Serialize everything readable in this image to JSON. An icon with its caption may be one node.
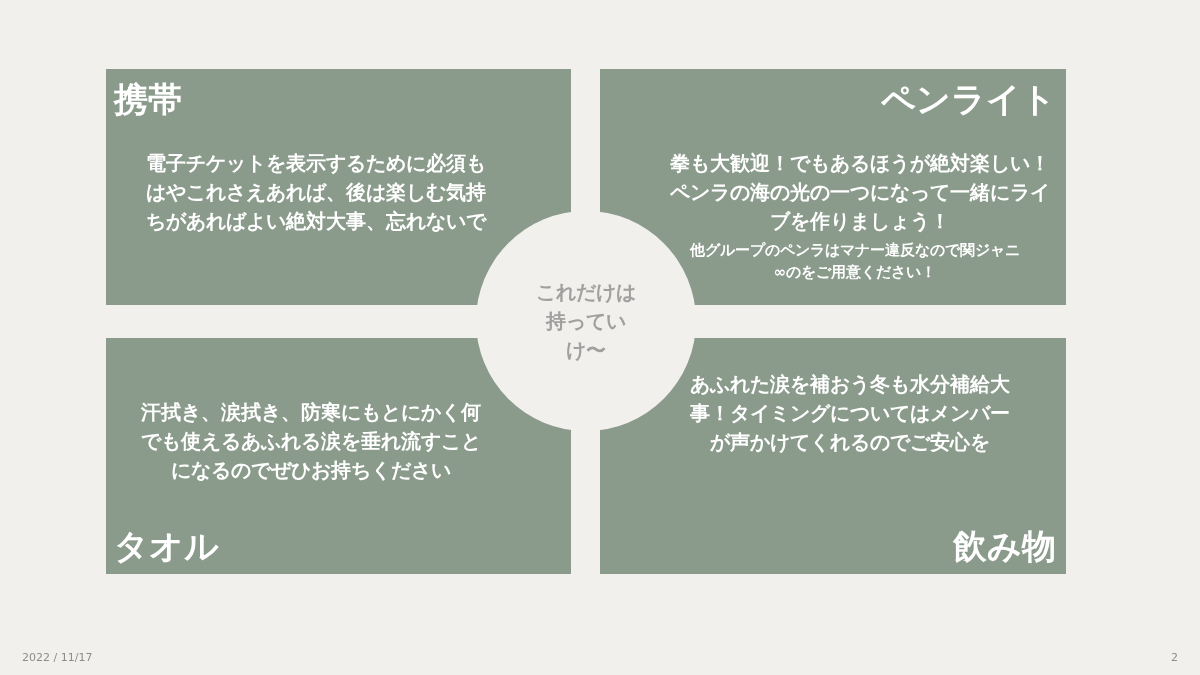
{
  "diagram": {
    "nodes": [
      {
        "text": [
          "携帯",
          "電子チケットを表示するために必須もはやこれさえあれば、後は楽しむ気持ちがあればよい絶対大事、忘れないで"
        ]
      },
      {
        "text": [
          "ペンライト",
          "拳も大歓迎！でもあるほうが絶対楽しい！ペンラの海の光の一つになって一緒にライブを作りましょう！",
          "他グループのペンラはマナー違反なので関ジャニ∞のをご用意ください！"
        ]
      },
      {
        "text": [
          "これだけは持っていけ〜"
        ]
      },
      {
        "text": [
          "汗拭き、涙拭き、防寒にもとにかく何でも使えるあふれる涙を垂れ流すことになるのでぜひお持ちください",
          "タオル"
        ]
      },
      {
        "text": [
          "あふれた涙を補おう冬も水分補給大事！タイミングについてはメンバーが声かけてくれるのでご安心を",
          "飲み物"
        ]
      }
    ],
    "labels": [
      "2022 / 11/17",
      "2"
    ]
  }
}
